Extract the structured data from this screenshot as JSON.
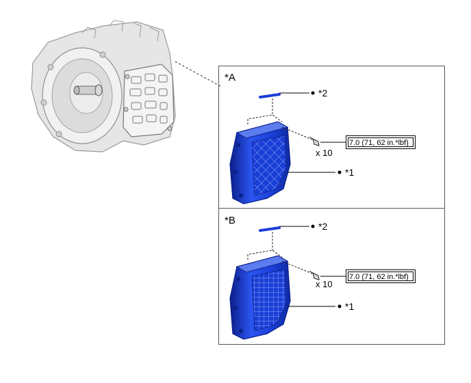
{
  "panels": [
    {
      "label": "*A",
      "callouts": {
        "part2": "*2",
        "part1": "*1"
      },
      "quantity": "x 10",
      "torque": "7.0 (71, 62 in.*lbf)",
      "pan_pattern": "diamond"
    },
    {
      "label": "*B",
      "callouts": {
        "part2": "*2",
        "part1": "*1"
      },
      "quantity": "x 10",
      "torque": "7.0 (71, 62 in.*lbf)",
      "pan_pattern": "grid"
    }
  ],
  "colors": {
    "pan_blue": "#1a3fd6",
    "pan_dark": "#0b1f8a",
    "pan_light": "#5c7cf0",
    "outline": "#000000",
    "frame": "#555555",
    "transmission": "#e4e4e4"
  },
  "icons": [
    "transmission-illustration",
    "oil-pan-illustration",
    "bolt-icon",
    "gasket-strip-icon"
  ]
}
